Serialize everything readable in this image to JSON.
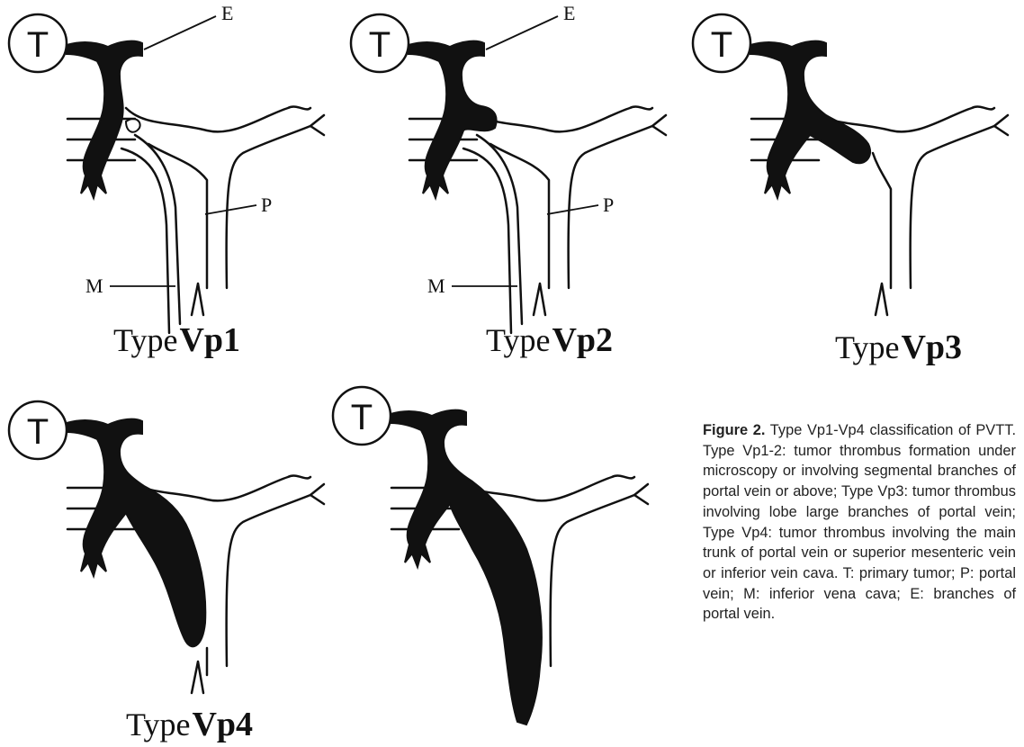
{
  "panels": [
    {
      "id": "vp1",
      "label_prefix": "Type",
      "label_code": "Vp1",
      "tumor_letter": "T",
      "annotations": {
        "E": "E",
        "P": "P",
        "M": "M"
      }
    },
    {
      "id": "vp2",
      "label_prefix": "Type",
      "label_code": "Vp2",
      "tumor_letter": "T",
      "annotations": {
        "E": "E",
        "P": "P",
        "M": "M"
      }
    },
    {
      "id": "vp3",
      "label_prefix": "Type",
      "label_code": "Vp3",
      "tumor_letter": "T"
    },
    {
      "id": "vp4a",
      "label_prefix": "Type",
      "label_code": "Vp4",
      "tumor_letter": "T"
    },
    {
      "id": "vp4b",
      "tumor_letter": "T"
    }
  ],
  "caption": {
    "figure_label": "Figure 2.",
    "text": "Type Vp1-Vp4 classification of PVTT. Type Vp1-2: tumor thrombus formation under microscopy or involving segmental branches of portal vein or above; Type Vp3: tumor thrombus involving lobe large branches of portal vein; Type Vp4: tumor thrombus involving the main trunk of portal vein or superior mesenteric vein or inferior vein cava. T: primary tumor; P: portal vein; M: inferior vena cava; E: branches of portal vein."
  },
  "colors": {
    "ink": "#111111",
    "caption_text": "#222222"
  }
}
